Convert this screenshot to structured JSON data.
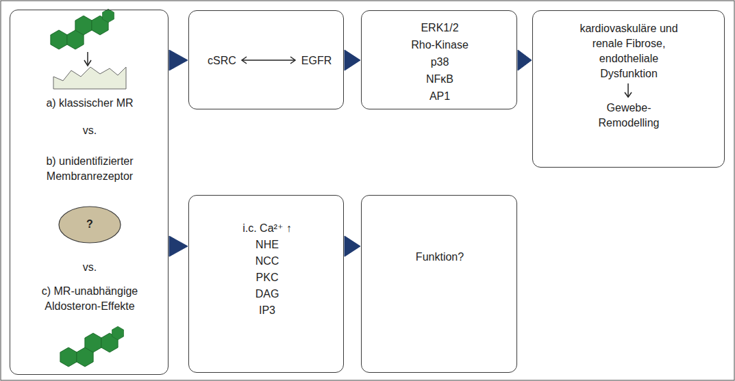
{
  "diagram": {
    "nodes": [
      {
        "text": [
          "a) klassischer MR",
          "vs.",
          "b) unidentifizierter Membranrezeptor",
          "vs.",
          "c) MR-unabhängige Aldosteron-Effekte"
        ]
      },
      {
        "text": [
          "?"
        ],
        "in": 0
      },
      {
        "text": [
          "cSRC",
          "EGFR"
        ]
      },
      {
        "text": [
          "ERK1/2",
          "Rho-Kinase",
          "p38",
          "NFκB",
          "AP1"
        ]
      },
      {
        "text": [
          "kardiovaskuläre und renale Fibrose, endotheliale Dysfunktion",
          "Gewebe- Remodelling"
        ]
      },
      {
        "text": [
          "i.c. Ca²⁺ ↑",
          "NHE",
          "NCC",
          "PKC",
          "DAG",
          "IP3"
        ]
      },
      {
        "text": [
          "Funktion?"
        ]
      }
    ],
    "edges": [
      {
        "from": 0,
        "to": 2,
        "arrow": "to"
      },
      {
        "from": 2,
        "to": 3,
        "arrow": "to"
      },
      {
        "from": 3,
        "to": 4,
        "arrow": "to"
      },
      {
        "from": 0,
        "to": 5,
        "arrow": "to"
      },
      {
        "from": 5,
        "to": 6,
        "arrow": "to"
      }
    ]
  }
}
